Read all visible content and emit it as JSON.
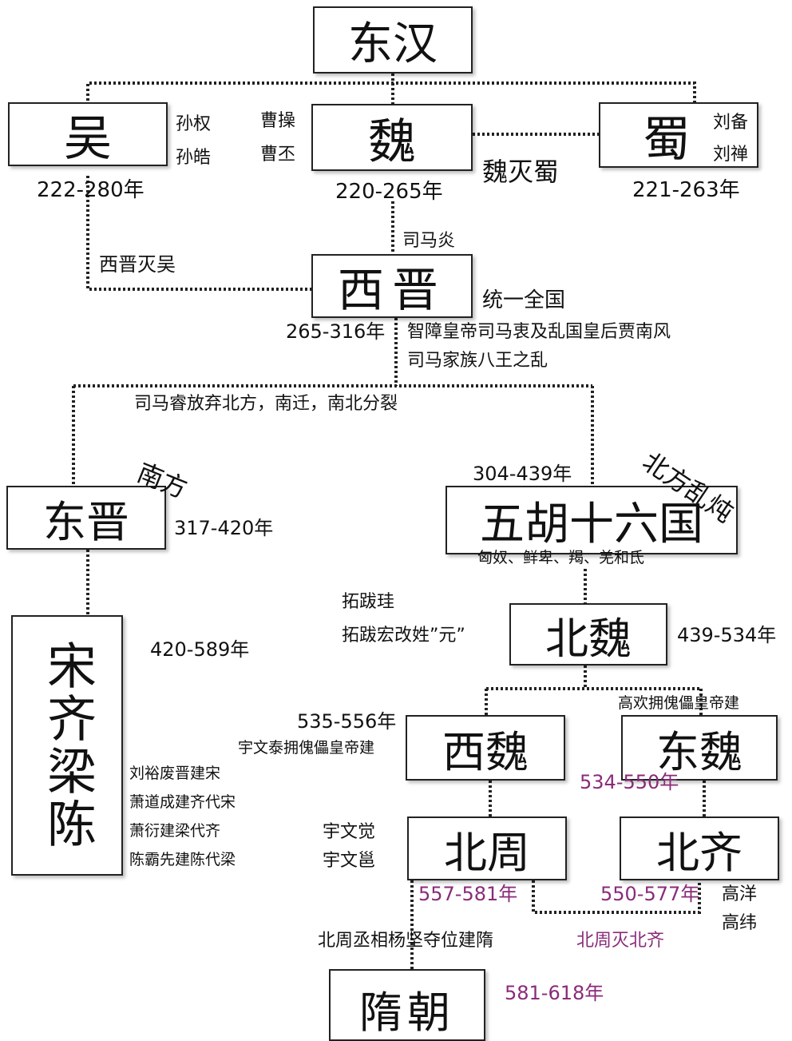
{
  "boxes": {
    "donghan": "东汉",
    "wu": "吴",
    "wei": "魏",
    "shu": "蜀",
    "xijin": "西晋",
    "dongjin": "东晋",
    "wuhu": "五胡十六国",
    "songqiliangchen": "宋齐梁陈",
    "beiwei": "北魏",
    "xiwei": "西魏",
    "dongwei": "东魏",
    "beizhou": "北周",
    "beiqi": "北齐",
    "suichao": "隋朝"
  },
  "years": {
    "wu": "222-280年",
    "wei": "220-265年",
    "shu": "221-263年",
    "xijin": "265-316年",
    "wuhu": "304-439年",
    "dongjin": "317-420年",
    "songqiliangchen": "420-589年",
    "beiwei": "439-534年",
    "xiwei": "535-556年",
    "dongwei": "534-550年",
    "beizhou": "557-581年",
    "beiqi": "550-577年",
    "suichao": "581-618年"
  },
  "rulers": {
    "wu_1": "孙权",
    "wu_2": "孙皓",
    "wei_1": "曹操",
    "wei_2": "曹丕",
    "shu_1": "刘备",
    "shu_2": "刘禅",
    "xijin": "司马炎",
    "beiwei_1": "拓跋珪",
    "beiwei_2": "拓跋宏改姓”元”",
    "beizhou_1": "宇文觉",
    "beizhou_2": "宇文邕",
    "beiqi_1": "高洋",
    "beiqi_2": "高纬"
  },
  "events": {
    "wei_shu": "魏灭蜀",
    "xijin_wu": "西晋灭吴",
    "unify": "统一全国",
    "chaos_1": "智障皇帝司马衷及乱国皇后贾南风",
    "chaos_2": "司马家族八王之乱",
    "split": "司马睿放弃北方，南迁，南北分裂",
    "south": "南方",
    "north": "北方乱炖",
    "tribes": "匈奴、鲜卑、羯、羌和氐",
    "xiwei_founder": "宇文泰拥傀儡皇帝建",
    "dongwei_founder": "高欢拥傀儡皇帝建",
    "south_1": "刘裕废晋建宋",
    "south_2": "萧道成建齐代宋",
    "south_3": "萧衍建梁代齐",
    "south_4": "陈霸先建陈代梁",
    "sui_founded": "北周丞相杨坚夺位建隋",
    "zhou_qi": "北周灭北齐"
  }
}
